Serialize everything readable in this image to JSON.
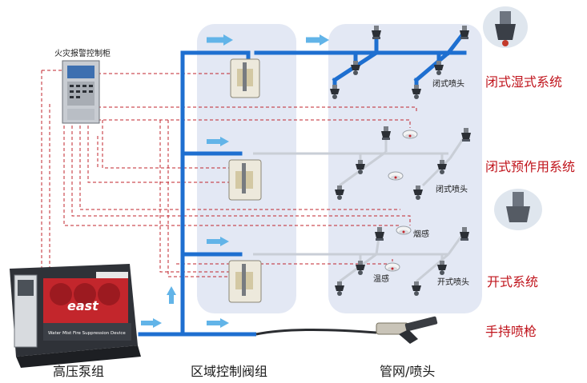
{
  "panel_title": "火灾报警控制柜",
  "systems": {
    "wet": "闭式湿式系统",
    "preaction": "闭式预作用系统",
    "open": "开式系统",
    "handheld": "手持喷枪"
  },
  "bottom_labels": {
    "pump": "高压泵组",
    "valves": "区域控制阀组",
    "pipes": "管网/喷头"
  },
  "small_labels": {
    "closed_nozzle_1": "闭式喷头",
    "closed_nozzle_2": "闭式喷头",
    "smoke_detector": "烟感",
    "heat_detector": "温感",
    "open_nozzle": "开式喷头"
  },
  "pump_brand": "east",
  "pump_caption": "Water Mist Fire Suppression Device",
  "colors": {
    "main_pipe": "#1e6fd0",
    "secondary_pipe": "#c9ced6",
    "signal_line": "#c2262e",
    "panel_bg": "#e3e8f4",
    "system_label": "#c0141c",
    "arrow": "#62b4e8"
  }
}
